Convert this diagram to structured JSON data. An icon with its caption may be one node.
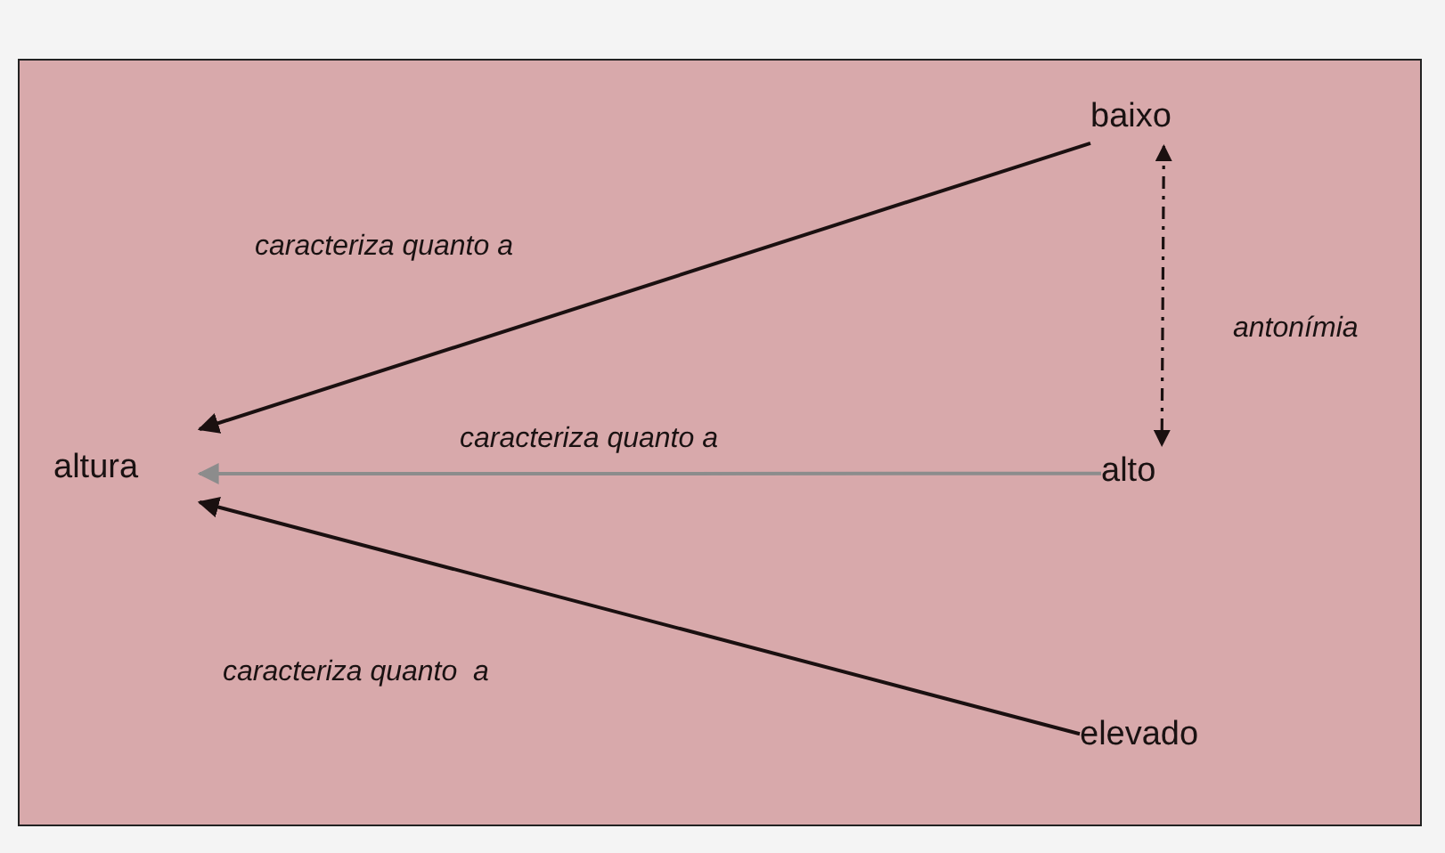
{
  "diagram": {
    "nodes": [
      {
        "text": [
          "altura"
        ]
      },
      {
        "text": [
          "baixo"
        ]
      },
      {
        "text": [
          "alto"
        ]
      },
      {
        "text": [
          "elevado"
        ]
      }
    ],
    "edges": [
      {
        "from": 1,
        "to": 0,
        "arrow": "to",
        "label": "caracteriza quanto a"
      },
      {
        "from": 2,
        "to": 0,
        "arrow": "to",
        "label": "caracteriza quanto a",
        "color": "#8c8c8c"
      },
      {
        "from": 3,
        "to": 0,
        "arrow": "to",
        "label": "caracteriza quanto  a"
      },
      {
        "from": 1,
        "to": 2,
        "arrow": "both",
        "label": "antonímia",
        "style": "dashed"
      }
    ]
  }
}
